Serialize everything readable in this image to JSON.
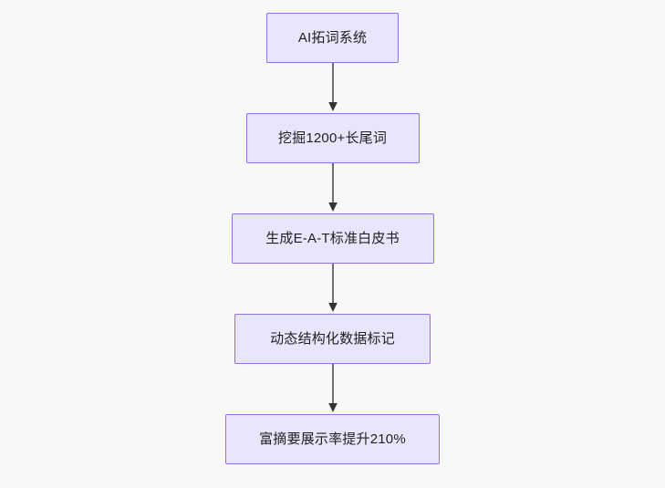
{
  "diagram": {
    "type": "flowchart",
    "orientation": "top-to-bottom",
    "background_color": "#f8f8f8",
    "node_fill_color": "#e8e6fc",
    "node_border_color": "#9370db",
    "node_text_color": "#1f1f1f",
    "connector_color": "#707070",
    "arrowhead_color": "#333333",
    "nodes": [
      {
        "id": "node-1",
        "label": "AI拓词系统"
      },
      {
        "id": "node-2",
        "label": "挖掘1200+长尾词"
      },
      {
        "id": "node-3",
        "label": "生成E-A-T标准白皮书"
      },
      {
        "id": "node-4",
        "label": "动态结构化数据标记"
      },
      {
        "id": "node-5",
        "label": "富摘要展示率提升210%"
      }
    ],
    "edges": [
      {
        "from": "node-1",
        "to": "node-2",
        "label": ""
      },
      {
        "from": "node-2",
        "to": "node-3",
        "label": ""
      },
      {
        "from": "node-3",
        "to": "node-4",
        "label": ""
      },
      {
        "from": "node-4",
        "to": "node-5",
        "label": ""
      }
    ]
  }
}
